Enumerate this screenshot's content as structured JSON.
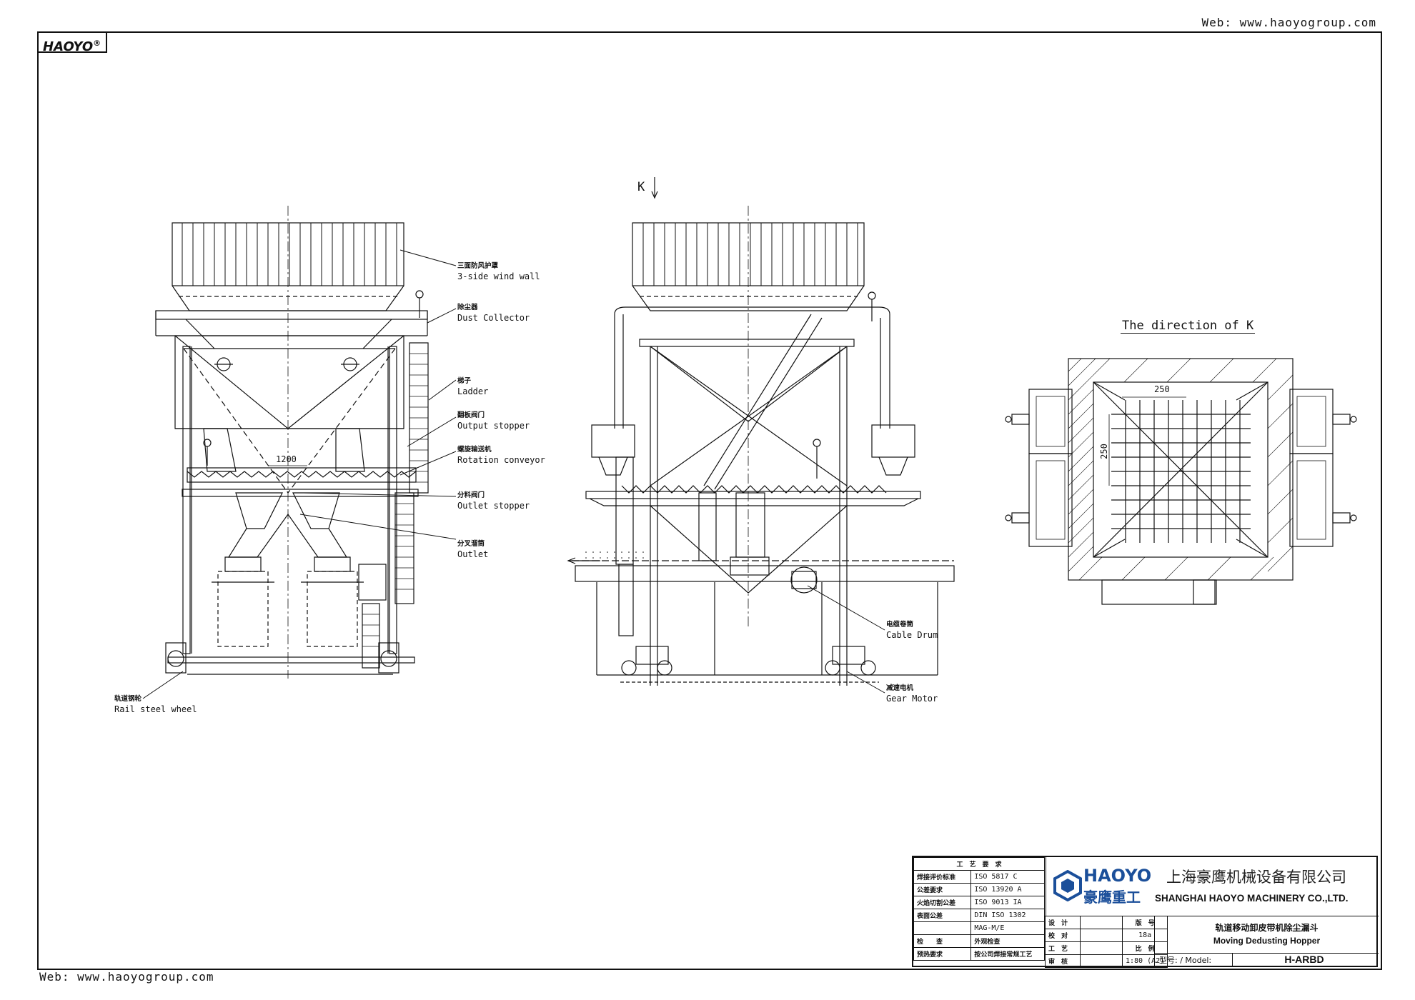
{
  "header": {
    "web_top": "Web: www.haoyogroup.com",
    "web_bottom": "Web: www.haoyogroup.com"
  },
  "logo": {
    "text": "HAOYO",
    "mark": "®"
  },
  "view_label": "The direction of K",
  "k_arrow_letter": "K",
  "dimensions": {
    "d1200": "1200",
    "d250h": "250",
    "d250v": "250"
  },
  "labels": [
    {
      "zh": "三面防风护罩",
      "en": "3-side wind wall"
    },
    {
      "zh": "除尘器",
      "en": "Dust Collector"
    },
    {
      "zh": "梯子",
      "en": "Ladder"
    },
    {
      "zh": "翻板阀门",
      "en": "Output stopper"
    },
    {
      "zh": "螺旋输送机",
      "en": "Rotation conveyor"
    },
    {
      "zh": "分料阀门",
      "en": "Outlet stopper"
    },
    {
      "zh": "分叉溜筒",
      "en": "Outlet"
    },
    {
      "zh": "轨道钢轮",
      "en": "Rail steel wheel"
    },
    {
      "zh": "电缆卷筒",
      "en": "Cable Drum"
    },
    {
      "zh": "减速电机",
      "en": "Gear Motor"
    }
  ],
  "title_block": {
    "req_header": "工　艺　要　求",
    "rows": [
      {
        "k": "焊接评价标准",
        "v": "ISO 5817 C"
      },
      {
        "k": "公差要求",
        "v": "ISO 13920 A"
      },
      {
        "k": "火焰切割公差",
        "v": "ISO 9013 IA"
      },
      {
        "k": "表面公差",
        "v": "DIN ISO 1302"
      },
      {
        "k": "",
        "v": "MAG-M/E"
      },
      {
        "k": "检　　查",
        "v": "外观检查"
      },
      {
        "k": "预热要求",
        "v": "按公司焊接常规工艺"
      }
    ],
    "sign": [
      {
        "k": "设　计",
        "r1": "版　号",
        "r2": ""
      },
      {
        "k": "校　对",
        "r1": "18a",
        "r2": ""
      },
      {
        "k": "工　艺",
        "r1": "比　例",
        "r2": ""
      },
      {
        "k": "审　核",
        "r1": "1:80 (A2)",
        "r2": ""
      }
    ],
    "brand_en": "HAOYO",
    "brand_zh": "豪鹰重工",
    "company_zh": "上海豪鹰机械设备有限公司",
    "company_en": "SHANGHAI HAOYO MACHINERY CO.,LTD.",
    "product_zh": "轨道移动卸皮带机除尘漏斗",
    "product_en": "Moving Dedusting Hopper",
    "model_label": "型号: / Model:",
    "model_value": "H-ARBD"
  }
}
